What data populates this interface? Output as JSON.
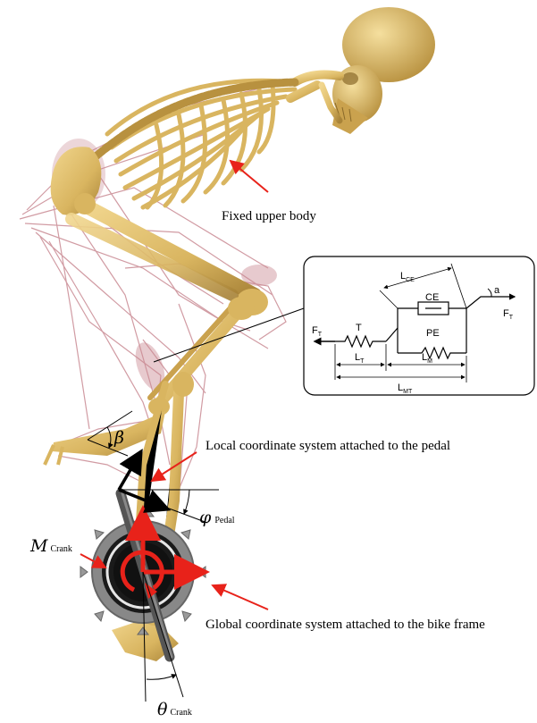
{
  "labels": {
    "upper_body": "Fixed upper body",
    "local_cs": "Local coordinate system attached to the pedal",
    "global_cs": "Global coordinate system attached to the bike frame",
    "beta": "β",
    "phi": "φ",
    "phi_sub": "Pedal",
    "m": "M",
    "m_sub": "Crank",
    "theta": "θ",
    "theta_sub": "Crank"
  },
  "inset": {
    "lce": "L",
    "lce_sub": "CE",
    "ce": "CE",
    "pe": "PE",
    "t": "T",
    "ft_left": "F",
    "ft_left_sub": "T",
    "ft_right": "F",
    "ft_right_sub": "T",
    "alpha": "a",
    "lt": "L",
    "lt_sub": "T",
    "lm": "L",
    "lm_sub": "M",
    "lmt": "L",
    "lmt_sub": "MT"
  },
  "colors": {
    "bone": "#d9b560",
    "bone_dark": "#a88338",
    "muscle": "#c98a93",
    "arrow_red": "#e8221a"
  }
}
